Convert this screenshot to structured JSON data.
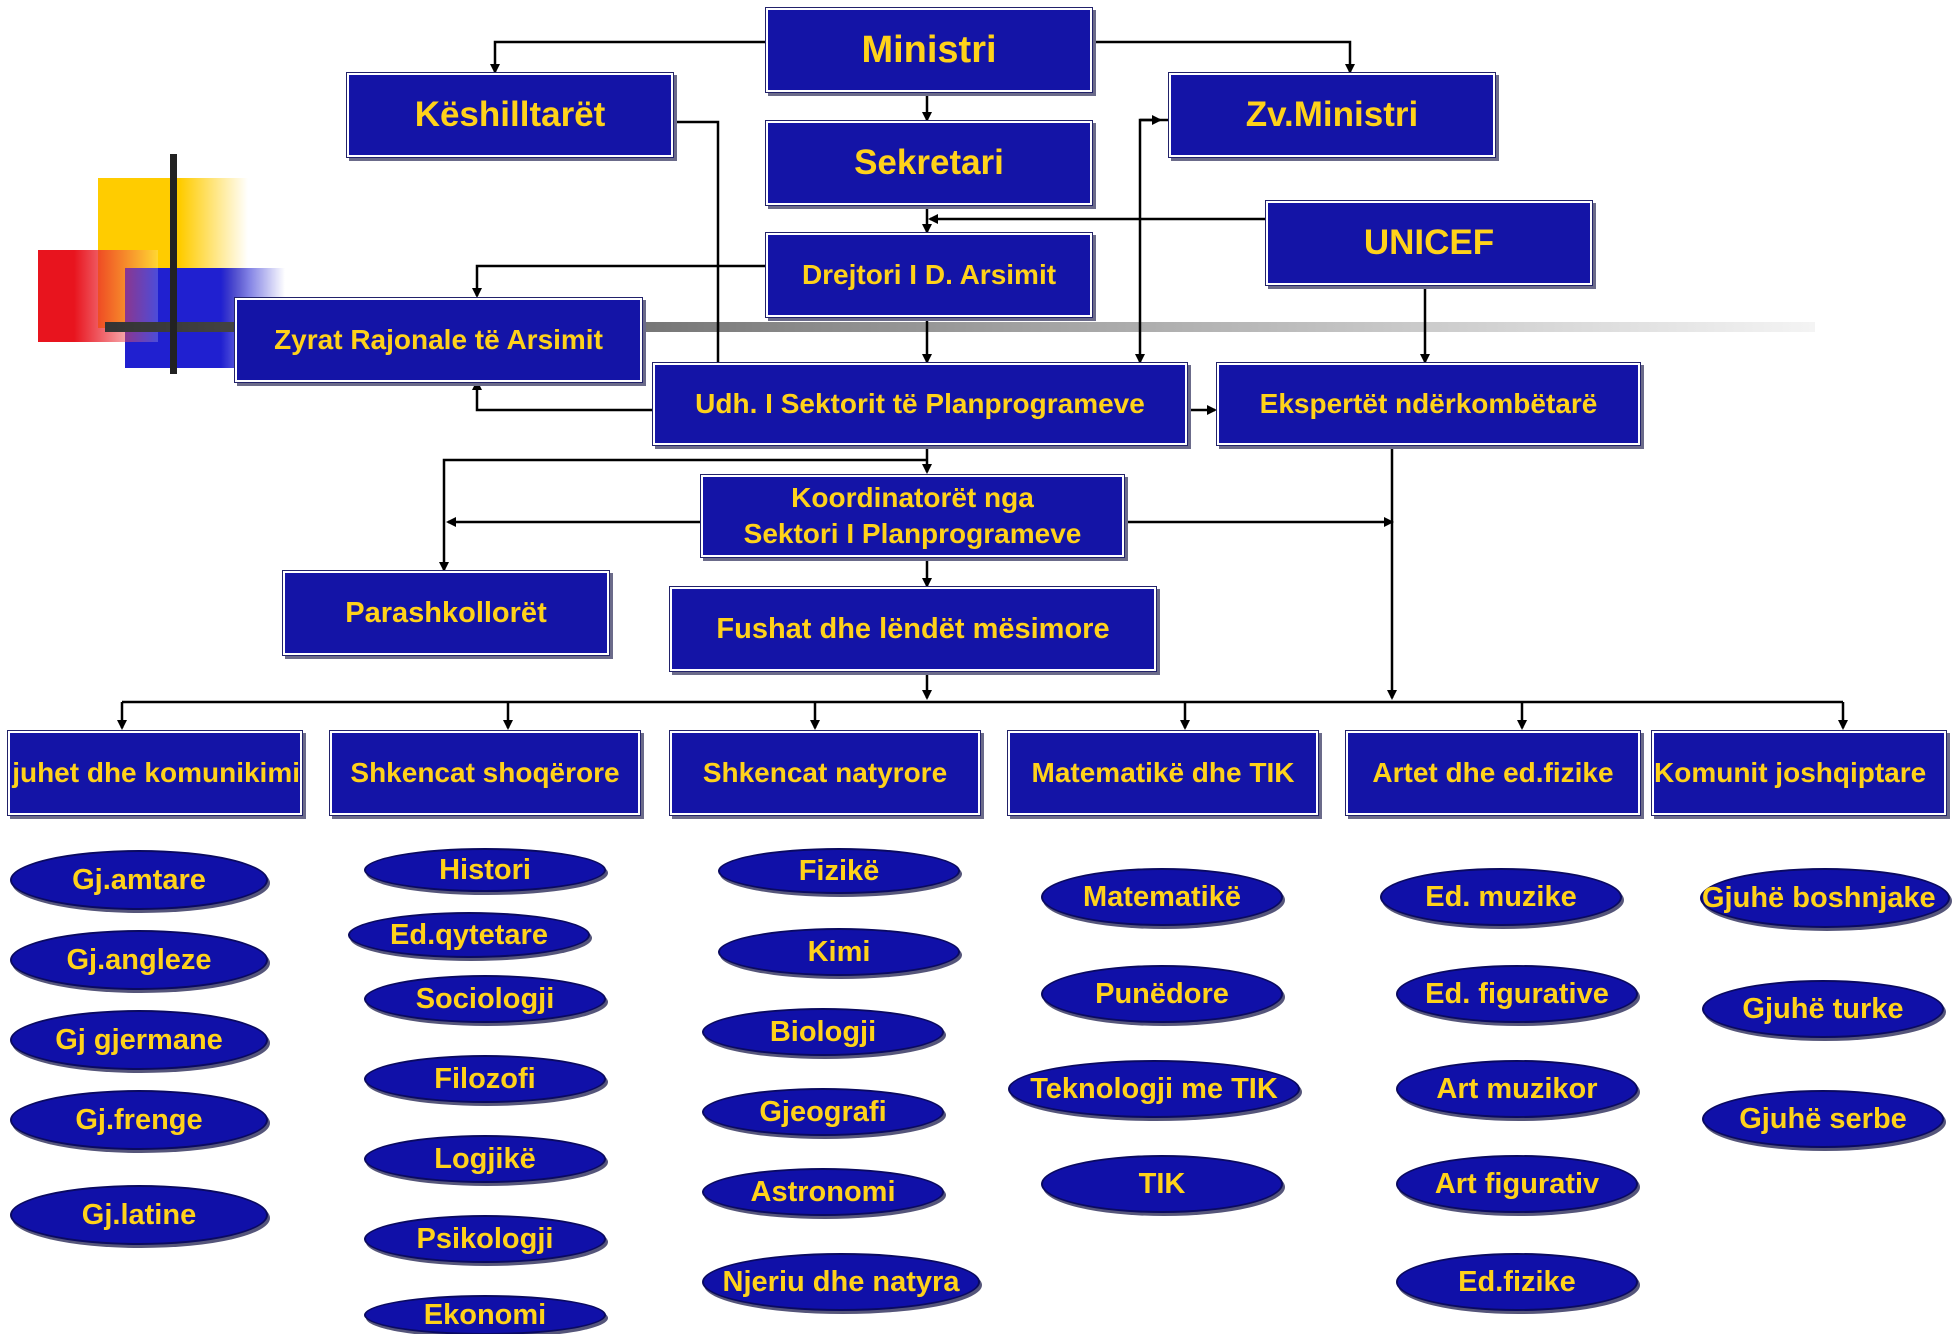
{
  "top": {
    "ministri": "Ministri",
    "keshilltaret": "Këshilltarët",
    "zv_ministri": "Zv.Ministri",
    "sekretari": "Sekretari",
    "unicef": "UNICEF",
    "drejtori": "Drejtori I D. Arsimit",
    "zyrat": "Zyrat Rajonale të Arsimit",
    "udh_sektorit": "Udh. I Sektorit të Planprogrameve",
    "ekspertet": "Ekspertët ndërkombëtarë",
    "koordinatoret_line1": "Koordinatorët nga",
    "koordinatoret_line2": "Sektori I Planprogrameve",
    "parashkolloret": "Parashkollorët",
    "fushat": "Fushat dhe lëndët mësimore"
  },
  "categories": [
    {
      "label": "juhet dhe komunikimi",
      "subjects": [
        "Gj.amtare",
        "Gj.angleze",
        "Gj gjermane",
        "Gj.frenge",
        "Gj.latine"
      ]
    },
    {
      "label": "Shkencat shoqërore",
      "subjects": [
        "Histori",
        "Ed.qytetare",
        "Sociologji",
        "Filozofi",
        "Logjikë",
        "Psikologji",
        "Ekonomi"
      ]
    },
    {
      "label": "Shkencat natyrore",
      "subjects": [
        "Fizikë",
        "Kimi",
        "Biologji",
        "Gjeografi",
        "Astronomi",
        "Njeriu dhe natyra"
      ]
    },
    {
      "label": "Matematikë dhe TIK",
      "subjects": [
        "Matematikë",
        "Punëdore",
        "Teknologji me TIK",
        "TIK"
      ]
    },
    {
      "label": "Artet dhe ed.fizike",
      "subjects": [
        "Ed. muzike",
        "Ed. figurative",
        "Art muzikor",
        "Art figurativ",
        "Ed.fizike"
      ]
    },
    {
      "label": "Komunit joshqiptare",
      "subjects": [
        "Gjuhë boshnjake",
        "Gjuhë turke",
        "Gjuhë serbe"
      ]
    }
  ],
  "colors": {
    "box_fill": "#1414a6",
    "text": "#ffd21a",
    "connector": "#000000",
    "deco_yellow": "#ffcc00",
    "deco_red": "#e8141e",
    "deco_blue": "#2020d0"
  }
}
